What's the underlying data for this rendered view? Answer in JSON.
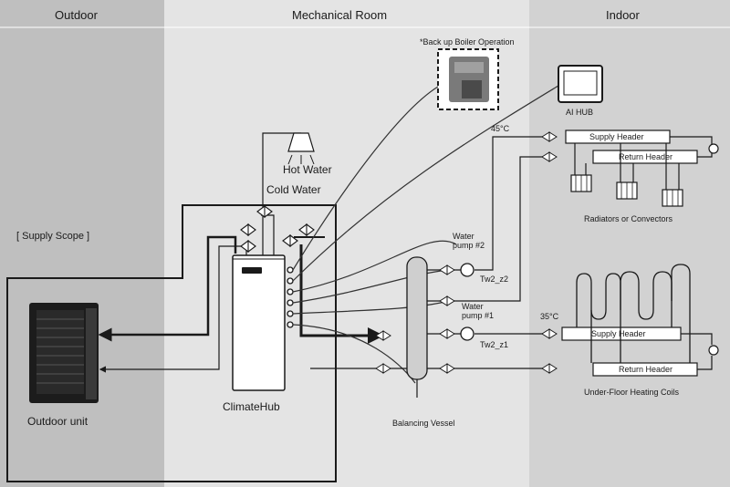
{
  "zones": {
    "outdoor": "Outdoor",
    "mechanical": "Mechanical Room",
    "indoor": "Indoor"
  },
  "labels": {
    "supply_scope": "[ Supply Scope ]",
    "outdoor_unit": "Outdoor unit",
    "climatehub": "ClimateHub",
    "hot_water": "Hot Water",
    "cold_water": "Cold Water",
    "backup_boiler": "*Back up Boiler Operation",
    "ai_hub": "AI HUB",
    "temp_top": "45°C",
    "temp_bottom": "35°C",
    "supply_header_top": "Supply Header",
    "return_header_top": "Return Header",
    "radiators": "Radiators or Convectors",
    "pump2": "Water\npump #2",
    "pump1": "Water\npump #1",
    "tw2_z2": "Tw2_z2",
    "tw2_z1": "Tw2_z1",
    "supply_header_bottom": "Supply Header",
    "return_header_bottom": "Return Header",
    "underfloor": "Under-Floor Heating Coils",
    "balancing_vessel": "Balancing Vessel"
  },
  "colors": {
    "outdoor_zone": "#bfbfbf",
    "mechanical_zone": "#e4e4e4",
    "indoor_zone": "#d2d2d2",
    "pipe": "#1a1a1a"
  }
}
